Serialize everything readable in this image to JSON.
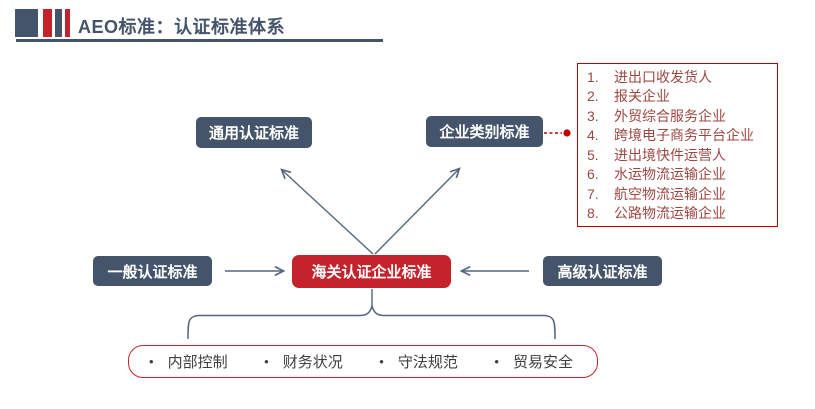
{
  "header": {
    "title": "AEO标准：认证标准体系"
  },
  "diagram": {
    "top_left_box": "通用认证标准",
    "top_right_box": "企业类别标准",
    "center_box": "海关认证企业标准",
    "left_box": "一般认证标准",
    "right_box": "高级认证标准",
    "bullet_char": "•",
    "category_list": [
      {
        "num": "1.",
        "label": "进出口收发货人"
      },
      {
        "num": "2.",
        "label": "报关企业"
      },
      {
        "num": "3.",
        "label": "外贸综合服务企业"
      },
      {
        "num": "4.",
        "label": "跨境电子商务平台企业"
      },
      {
        "num": "5.",
        "label": "进出境快件运营人"
      },
      {
        "num": "6.",
        "label": "水运物流运输企业"
      },
      {
        "num": "7.",
        "label": "航空物流运输企业"
      },
      {
        "num": "8.",
        "label": "公路物流运输企业"
      }
    ],
    "criteria": [
      {
        "label": "内部控制"
      },
      {
        "label": "财务状况"
      },
      {
        "label": "守法规范"
      },
      {
        "label": "贸易安全"
      }
    ]
  },
  "colors": {
    "slate": "#44546A",
    "red_box": "#C4232B",
    "red_border": "#C00000",
    "list_text": "#9D4742",
    "wire": "#54667E",
    "criteria_text": "#3F3F3F"
  }
}
